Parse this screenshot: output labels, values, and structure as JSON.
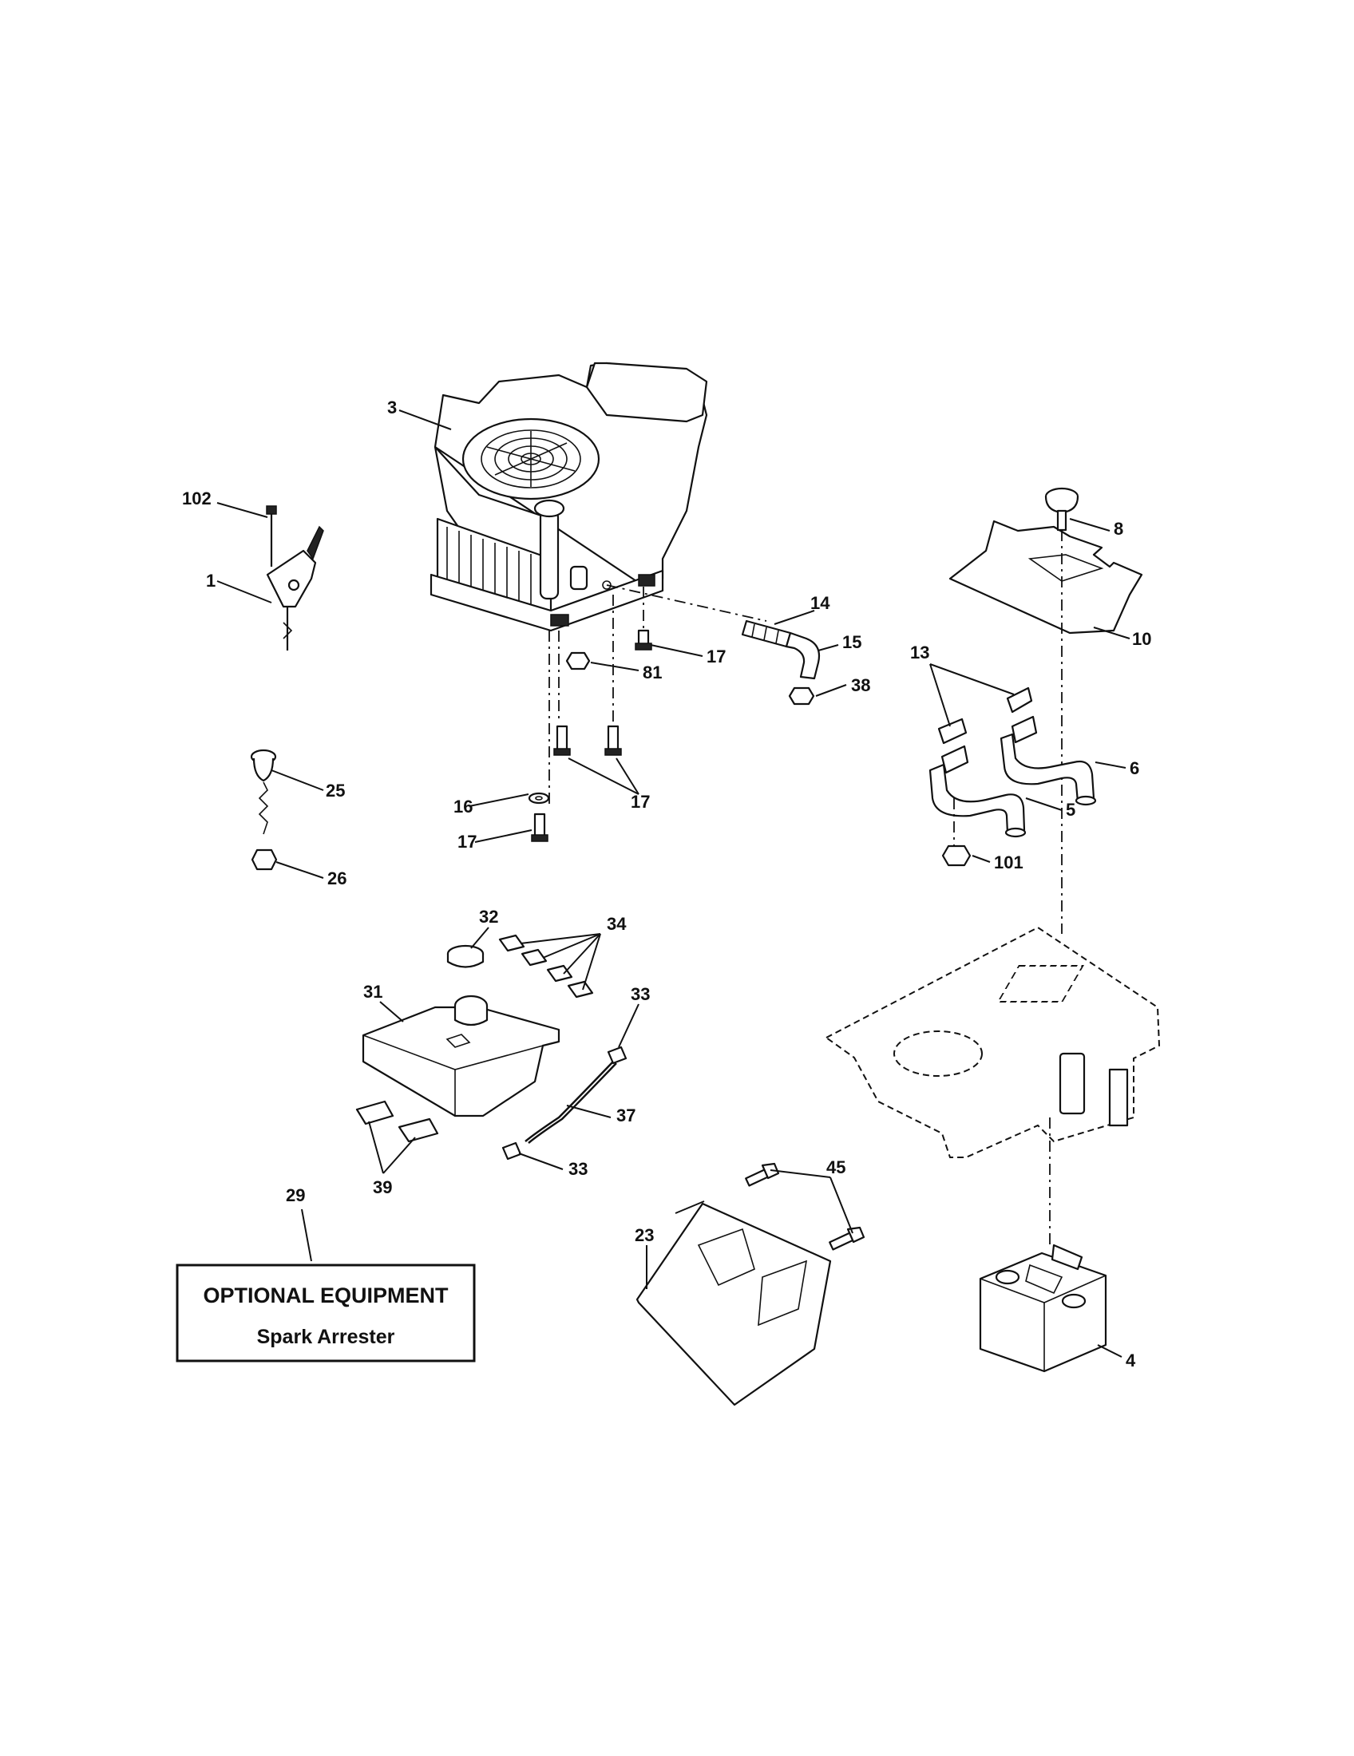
{
  "callouts": {
    "c3": "3",
    "c102": "102",
    "c1": "1",
    "c8": "8",
    "c10": "10",
    "c14": "14",
    "c15": "15",
    "c17a": "17",
    "c81": "81",
    "c38": "38",
    "c13": "13",
    "c6": "6",
    "c5": "5",
    "c101": "101",
    "c25": "25",
    "c16": "16",
    "c17b": "17",
    "c17c": "17",
    "c26": "26",
    "c32": "32",
    "c34": "34",
    "c31": "31",
    "c33a": "33",
    "c37": "37",
    "c33b": "33",
    "c39": "39",
    "c45": "45",
    "c23": "23",
    "c29": "29",
    "c4": "4"
  },
  "optional_box": {
    "title": "OPTIONAL EQUIPMENT",
    "subtitle": "Spark Arrester"
  }
}
